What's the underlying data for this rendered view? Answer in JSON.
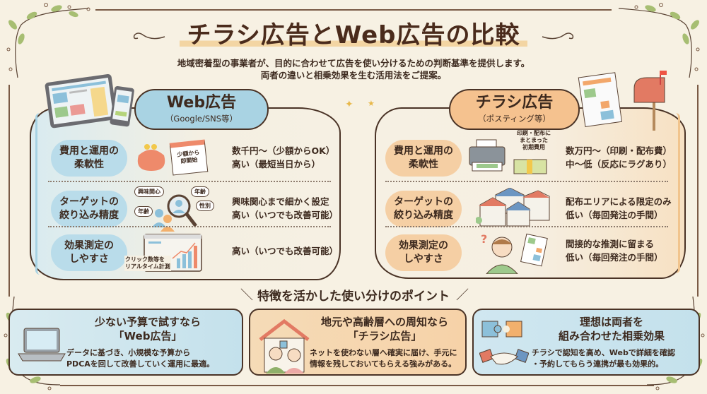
{
  "header": {
    "title": "チラシ広告とWeb広告の比較",
    "subtitle_line1": "地域密着型の事業者が、目的に合わせて広告を使い分けるための判断基準を提供します。",
    "subtitle_line2": "両者の違いと相乗効果を生む活用法をご提案。"
  },
  "web_panel": {
    "title": "Web広告",
    "subtitle": "（Google/SNS等）",
    "accent_color": "#a9d3e3",
    "rows": [
      {
        "label_line1": "費用と運用の",
        "label_line2": "柔軟性",
        "icon": "coin-purse-and-calendar-icon",
        "icon_text_line1": "少額から",
        "icon_text_line2": "即開始",
        "value_line1": "数千円〜（少額からOK）",
        "value_line2": "高い（最短当日から）"
      },
      {
        "label_line1": "ターゲットの",
        "label_line2": "絞り込み精度",
        "icon": "magnifier-people-icon",
        "bubbles": [
          "興味関心",
          "年齢",
          "年齢",
          "性別"
        ],
        "value_line1": "興味関心まで細かく設定",
        "value_line2": "高い（いつでも改善可能）"
      },
      {
        "label_line1": "効果測定の",
        "label_line2": "しやすさ",
        "icon": "analytics-dashboard-icon",
        "icon_text_line1": "クリック数等を",
        "icon_text_line2": "リアルタイム計測",
        "value_line1": "高い（いつでも改善可能）"
      }
    ]
  },
  "flyer_panel": {
    "title": "チラシ広告",
    "subtitle": "（ポスティング等）",
    "accent_color": "#f5c28f",
    "rows": [
      {
        "label_line1": "費用と運用の",
        "label_line2": "柔軟性",
        "icon": "printer-and-money-icon",
        "icon_text_line1": "印刷・配布に",
        "icon_text_line2": "まとまった",
        "icon_text_line3": "初期費用",
        "value_line1": "数万円〜（印刷・配布費）",
        "value_line2": "中〜低（反応にラグあり）"
      },
      {
        "label_line1": "ターゲットの",
        "label_line2": "絞り込み精度",
        "icon": "houses-icon",
        "value_line1": "配布エリアによる限定のみ",
        "value_line2": "低い（毎回発注の手間）"
      },
      {
        "label_line1": "効果測定の",
        "label_line2": "しやすさ",
        "icon": "confused-person-icon",
        "value_line1": "間接的な推測に留まる",
        "value_line2": "低い（毎回発注の手間）"
      }
    ]
  },
  "points": {
    "title": "特徴を活かした使い分けのポイント",
    "cards": [
      {
        "icon": "laptop-icon",
        "title_line1": "少ない予算で試すなら",
        "title_line2": "「Web広告」",
        "desc_line1": "データに基づき、小規模な予算から",
        "desc_line2": "PDCAを回して改善していく運用に最適。"
      },
      {
        "icon": "house-elderly-couple-icon",
        "title_line1": "地元や高齢層への周知なら",
        "title_line2": "「チラシ広告」",
        "desc_line1": "ネットを使わない層へ確実に届け、手元に",
        "desc_line2": "情報を残しておいてもらえる強みがある。"
      },
      {
        "icon": "puzzle-handshake-icon",
        "title_line1": "理想は両者を",
        "title_line2": "組み合わせた相乗効果",
        "desc_line1": "チラシで認知を高め、Webで詳細を確認",
        "desc_line2": "・予約してもらう連携が最も効果的。"
      }
    ]
  },
  "colors": {
    "background": "#f7f1e3",
    "text": "#3d2a1f",
    "web_blue": "#a9d3e3",
    "flyer_orange": "#f5c28f",
    "leaf_green": "#9fb86a"
  }
}
